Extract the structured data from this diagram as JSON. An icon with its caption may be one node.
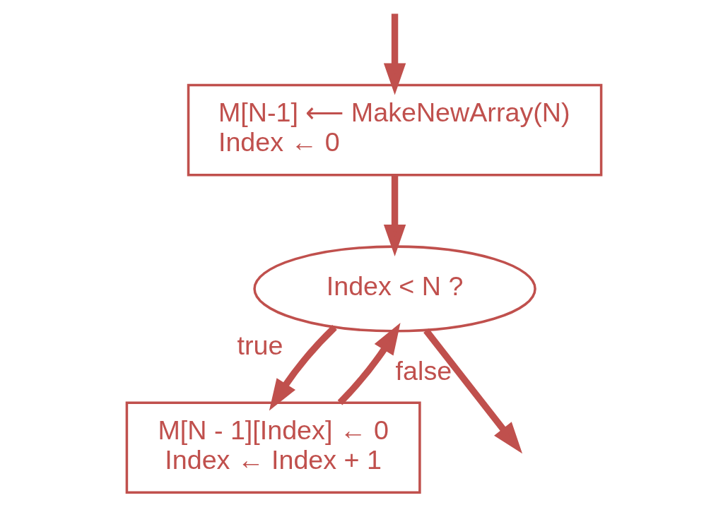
{
  "diagram": {
    "nodes": [
      {
        "text": [
          "M[N-1] ⟵ MakeNewArray(N)",
          "Index ← 0"
        ]
      },
      {
        "text": [
          "Index < N ?"
        ]
      },
      {
        "text": [
          "M[N - 1][Index] ← 0",
          "Index ← Index + 1"
        ]
      }
    ],
    "edges": [
      {
        "from": null,
        "to": 0,
        "arrow": "to"
      },
      {
        "from": 0,
        "to": 1,
        "arrow": "to"
      },
      {
        "from": 1,
        "to": 2,
        "arrow": "to",
        "label": "true"
      },
      {
        "from": 2,
        "to": 1,
        "arrow": "to"
      },
      {
        "from": 1,
        "to": null,
        "arrow": "to",
        "label": "false"
      }
    ]
  }
}
